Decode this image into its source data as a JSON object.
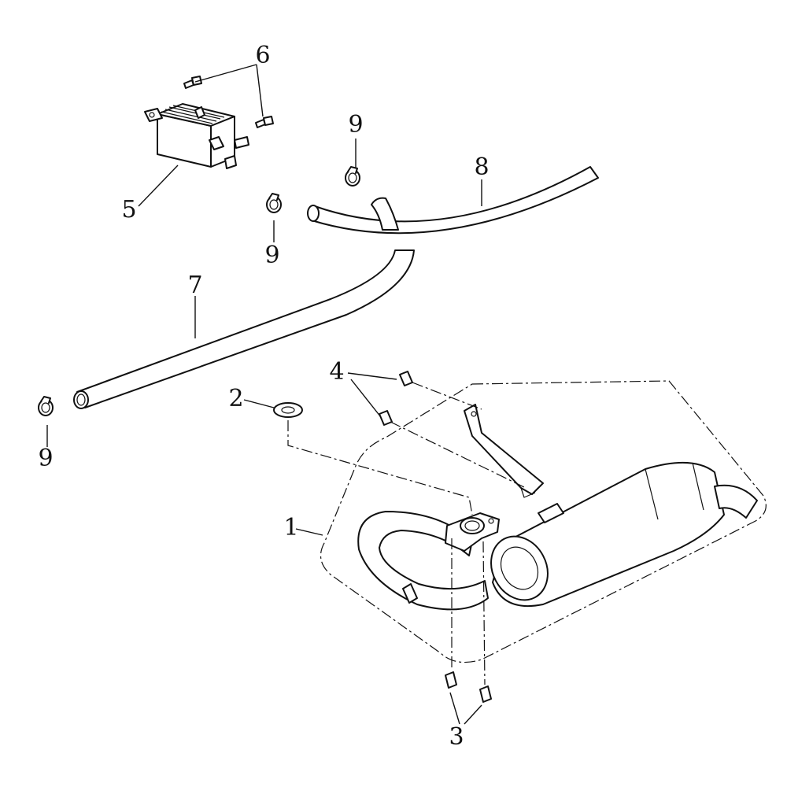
{
  "callouts": {
    "c1": "1",
    "c2": "2",
    "c3": "3",
    "c4": "4",
    "c5": "5",
    "c6": "6",
    "c7": "7",
    "c8": "8",
    "c9a": "9",
    "c9b": "9",
    "c9c": "9"
  }
}
